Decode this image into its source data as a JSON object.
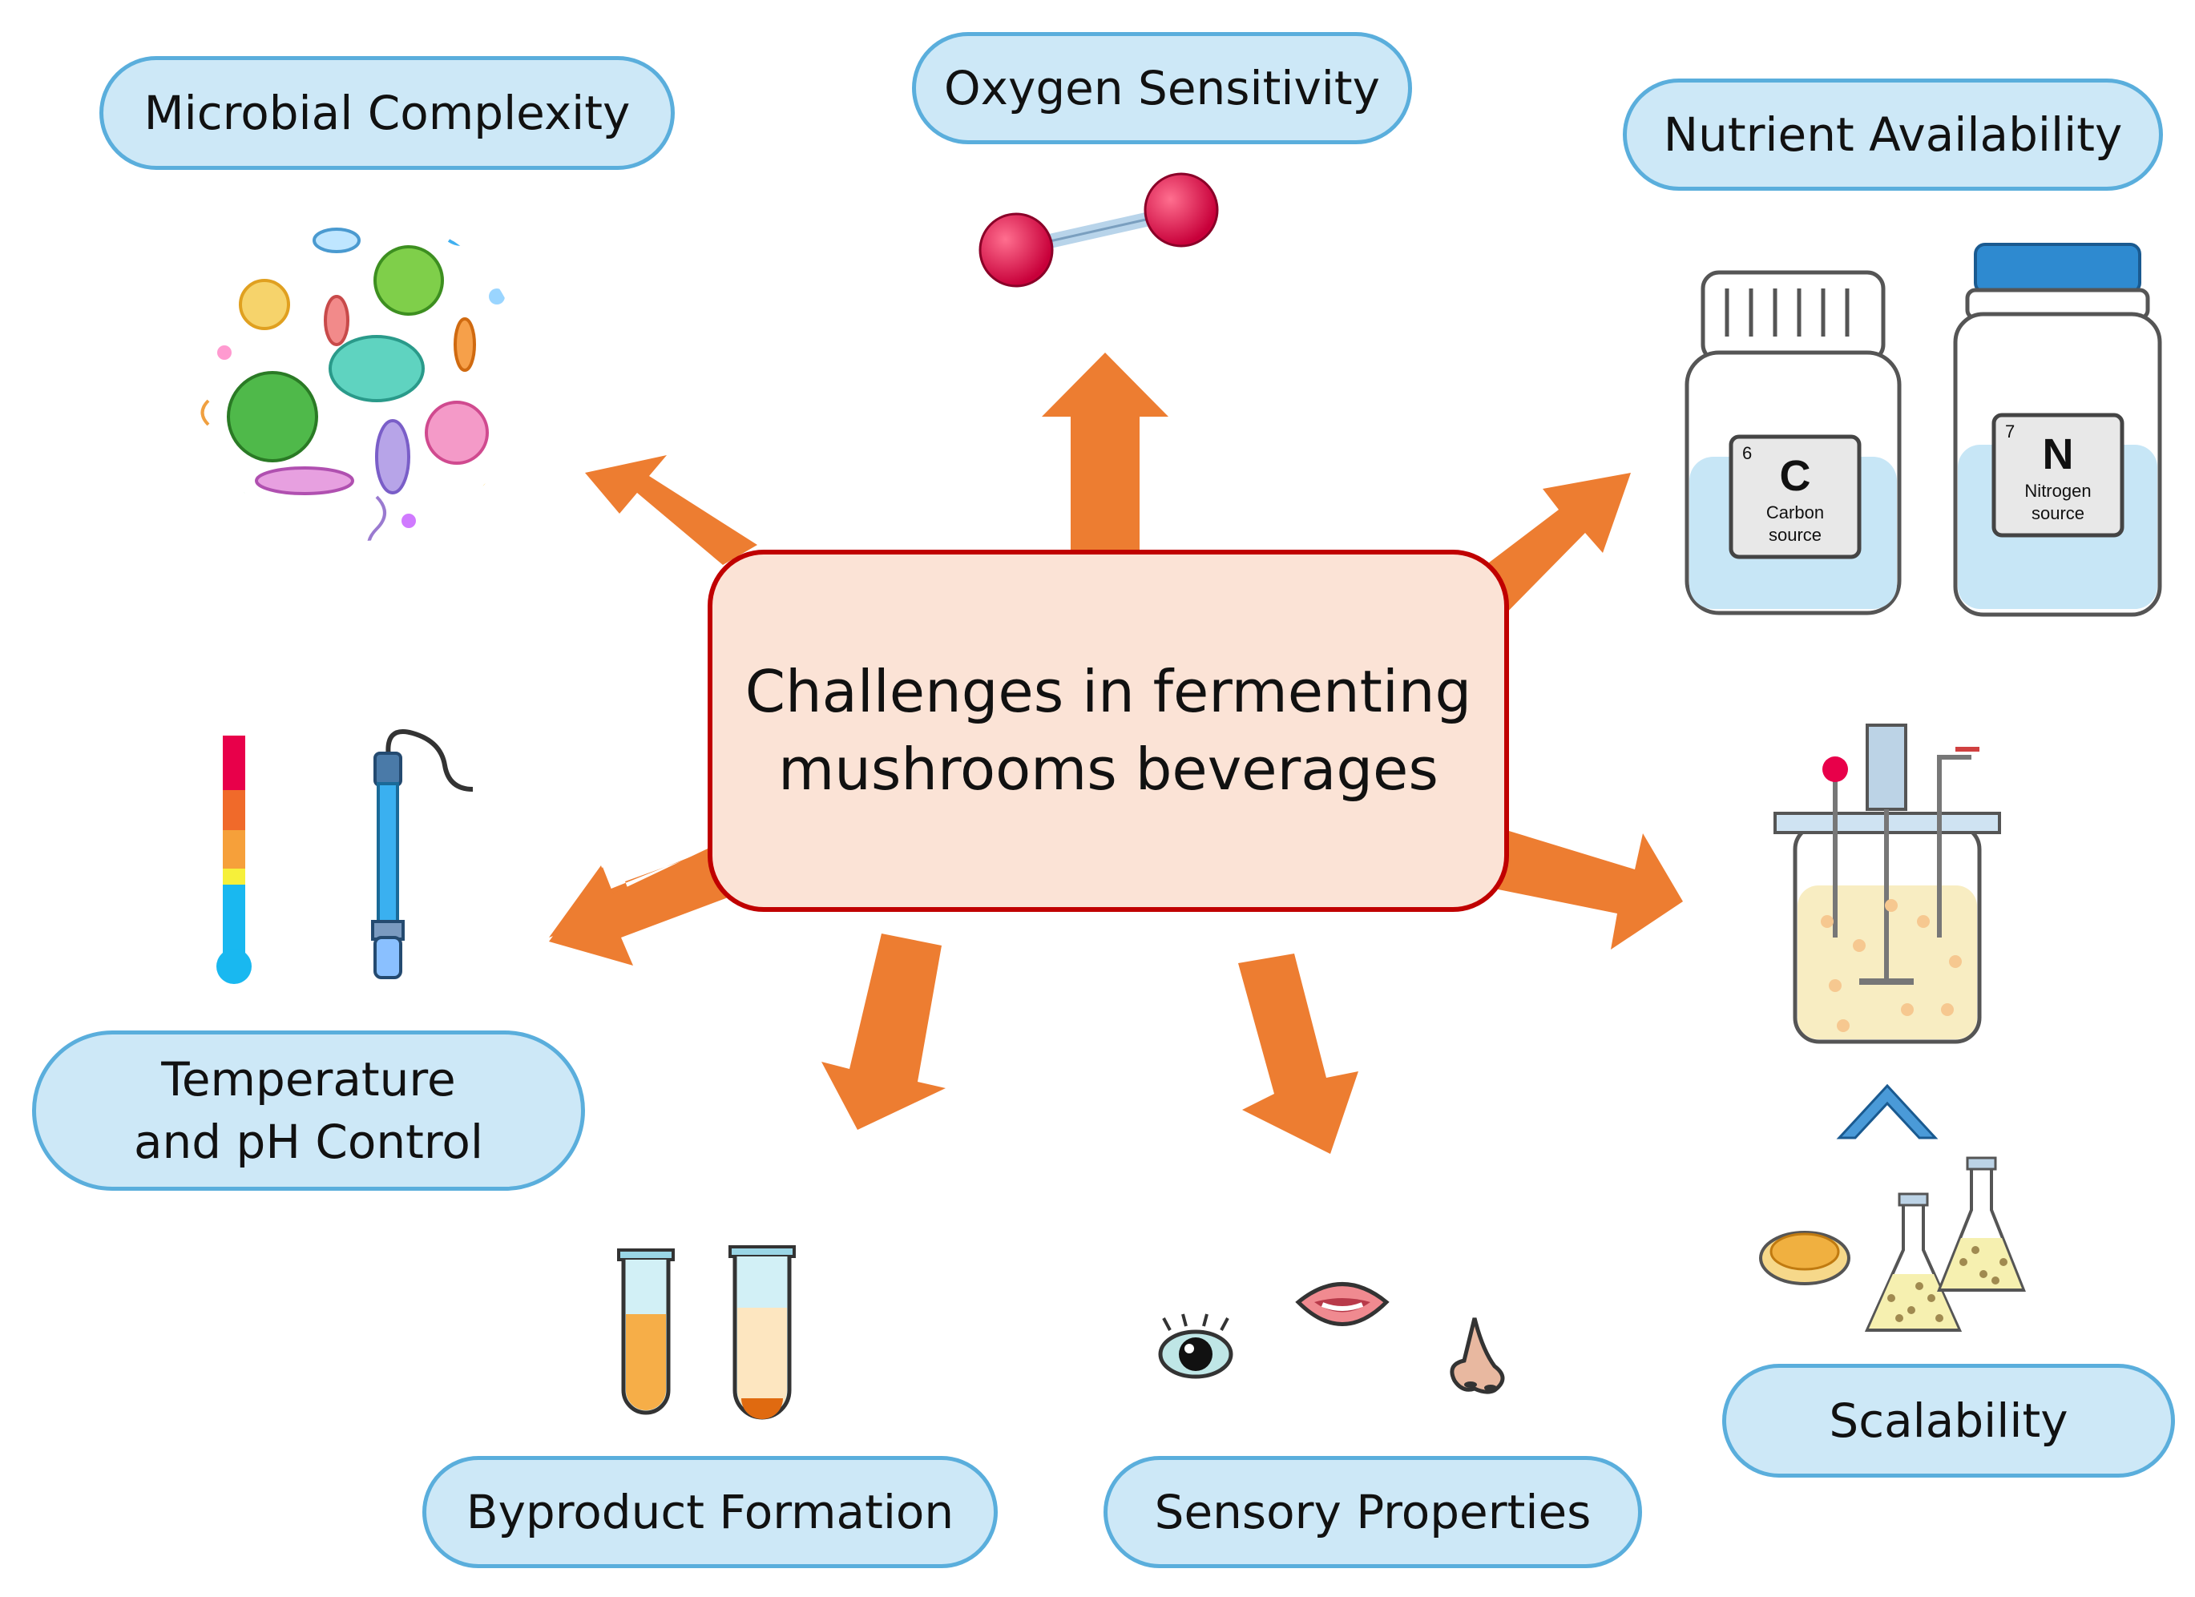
{
  "center": {
    "title": "Challenges in fermenting\nmushrooms beverages"
  },
  "labels": {
    "microbial": "Microbial Complexity",
    "oxygen": "Oxygen Sensitivity",
    "nutrient": "Nutrient Availability",
    "temperature": "Temperature\nand pH Control",
    "byproduct": "Byproduct Formation",
    "sensory": "Sensory Properties",
    "scalability": "Scalability"
  },
  "nutrient_bottles": {
    "carbon": {
      "number": "6",
      "symbol": "C",
      "line1": "Carbon",
      "line2": "source"
    },
    "nitrogen": {
      "number": "7",
      "symbol": "N",
      "line1": "Nitrogen",
      "line2": "source"
    }
  },
  "colors": {
    "arrow": "#ed7d31",
    "pill_fill": "#cde8f7",
    "pill_border": "#5aaedc",
    "center_fill": "#fbe3d6",
    "center_border": "#c00000"
  }
}
